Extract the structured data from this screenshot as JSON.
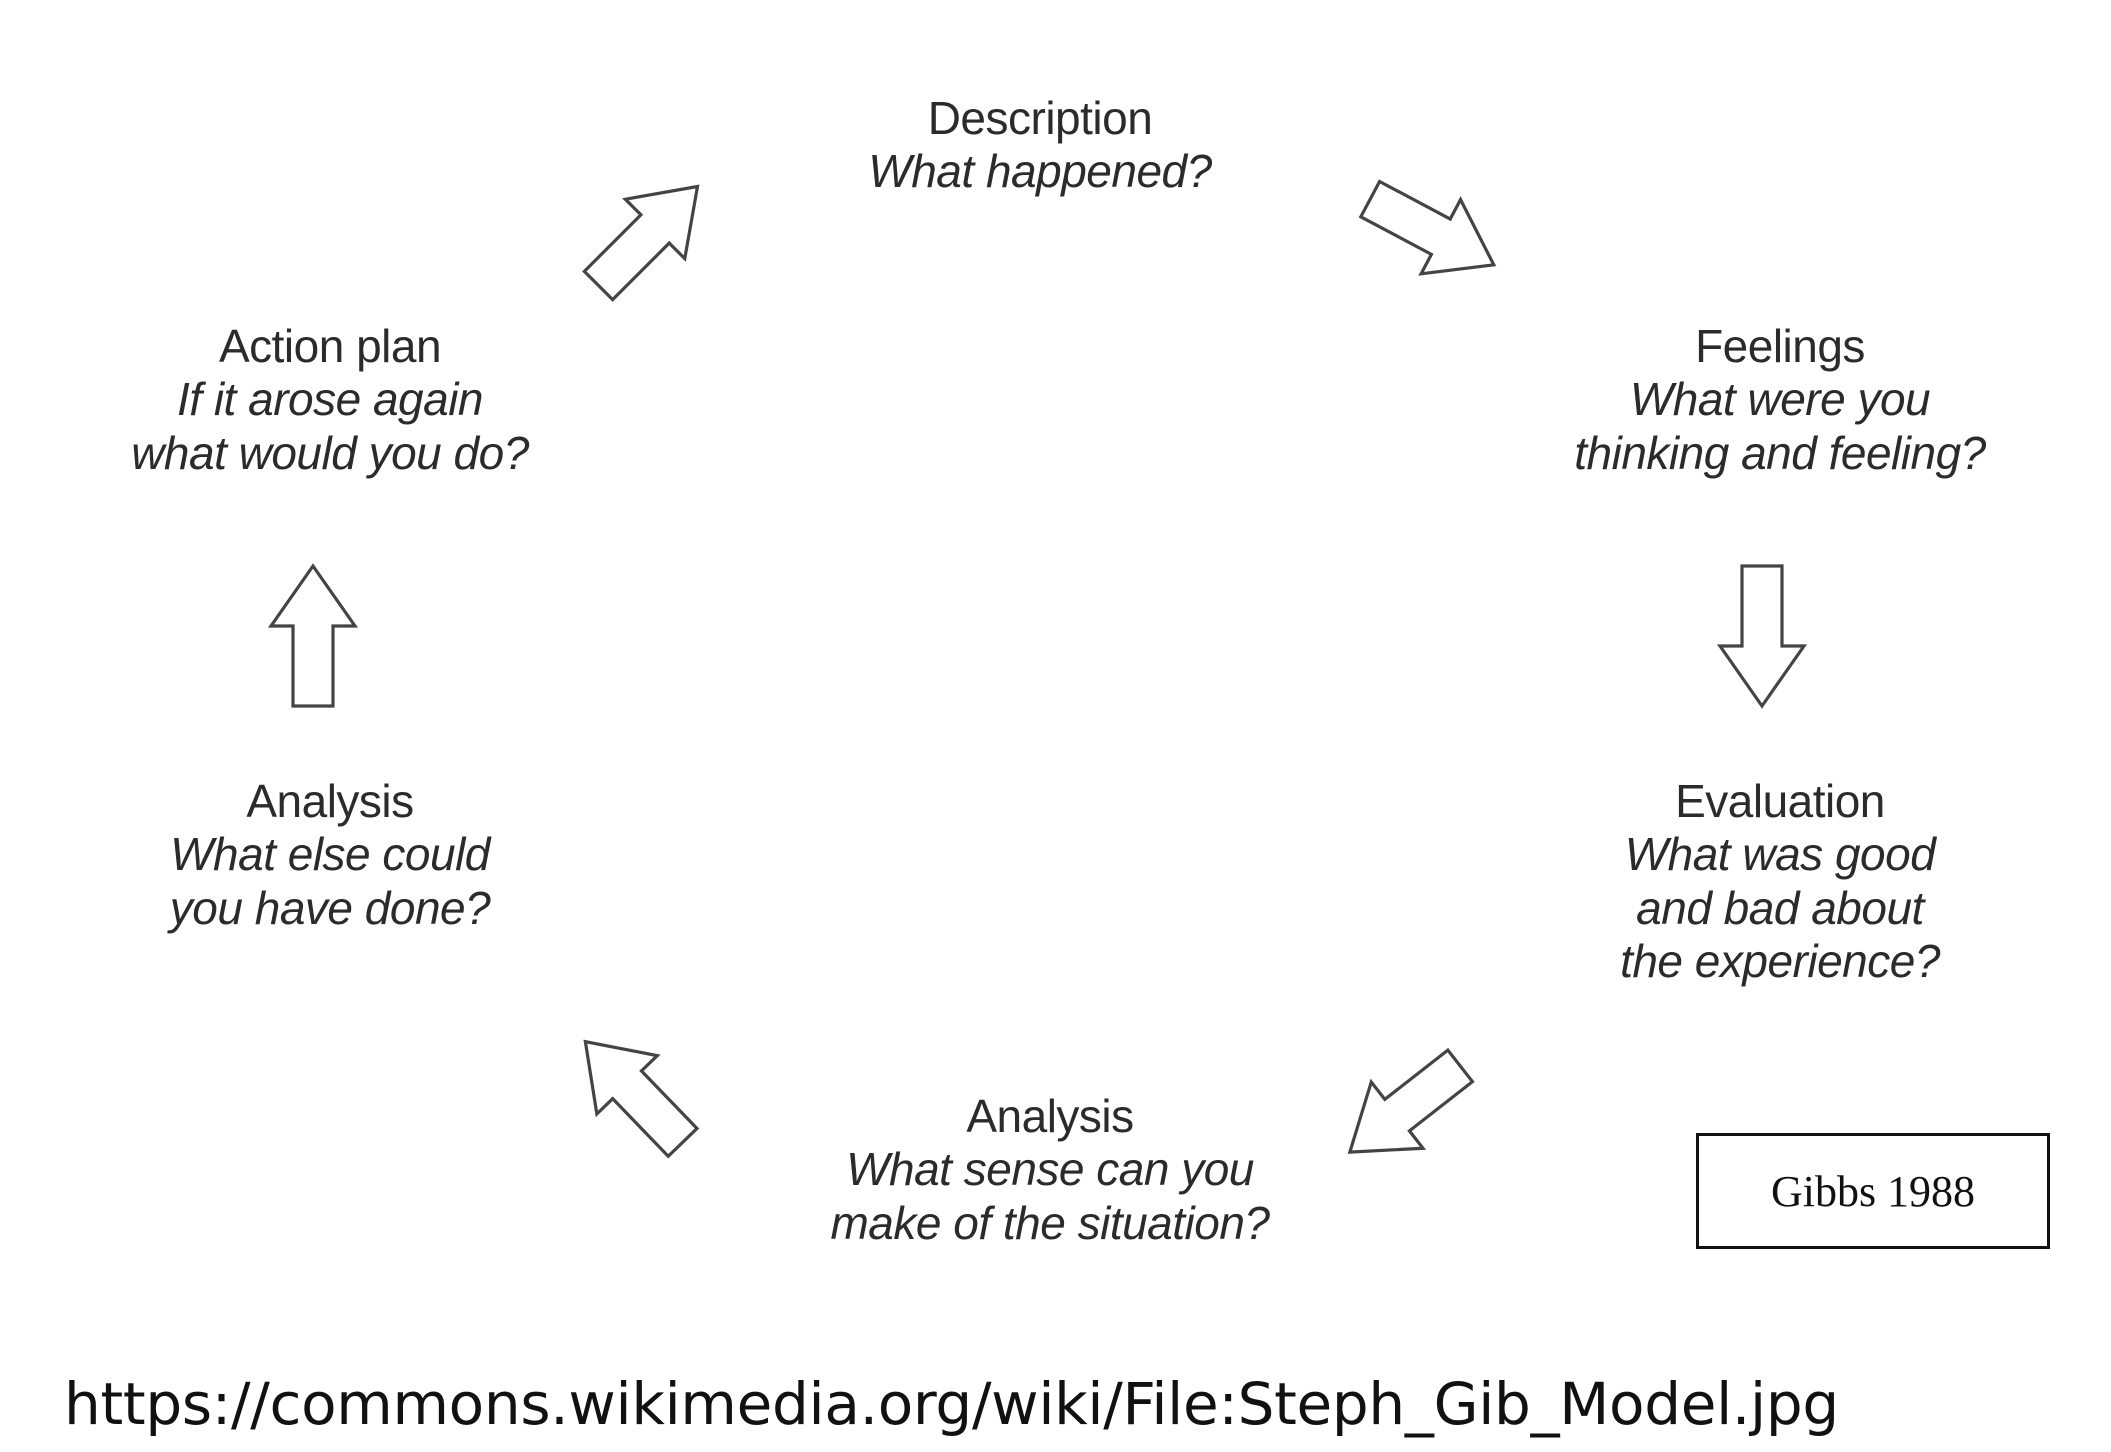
{
  "diagram": {
    "nodes": [
      {
        "id": "description",
        "title": "Description",
        "prompt": "What happened?"
      },
      {
        "id": "feelings",
        "title": "Feelings",
        "prompt": "What were you\nthinking and feeling?"
      },
      {
        "id": "evaluation",
        "title": "Evaluation",
        "prompt": "What was good\nand bad about\nthe experience?"
      },
      {
        "id": "analysis-sense",
        "title": "Analysis",
        "prompt": "What sense can you\nmake of the situation?"
      },
      {
        "id": "analysis-else",
        "title": "Analysis",
        "prompt": "What else could\nyou have done?"
      },
      {
        "id": "action-plan",
        "title": "Action plan",
        "prompt": "If it arose again\nwhat would you do?"
      }
    ],
    "arrows": [
      {
        "from": "description",
        "to": "feelings",
        "direction": "down-right"
      },
      {
        "from": "feelings",
        "to": "evaluation",
        "direction": "down"
      },
      {
        "from": "evaluation",
        "to": "analysis-sense",
        "direction": "down-left"
      },
      {
        "from": "analysis-sense",
        "to": "analysis-else",
        "direction": "up-left"
      },
      {
        "from": "analysis-else",
        "to": "action-plan",
        "direction": "up"
      },
      {
        "from": "action-plan",
        "to": "description",
        "direction": "up-right"
      }
    ],
    "citation": "Gibbs 1988"
  },
  "source_url": "https://commons.wikimedia.org/wiki/File:Steph_Gib_Model.jpg",
  "colors": {
    "text": "#2b2b2b",
    "arrow_stroke": "#444444",
    "background": "#ffffff"
  }
}
